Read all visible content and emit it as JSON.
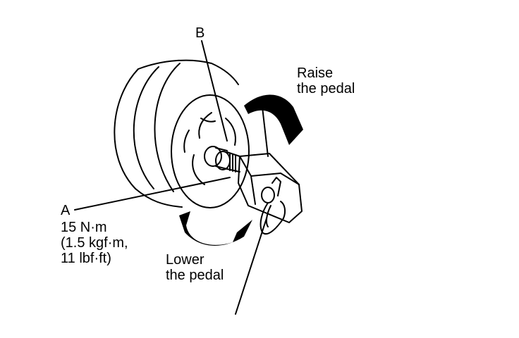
{
  "diagram": {
    "callouts": {
      "b": "B",
      "a": "A",
      "torque_lines": [
        "15 N·m",
        "(1.5 kgf·m,",
        "11 lbf·ft)"
      ]
    },
    "instructions": {
      "raise": [
        "Raise",
        "the pedal"
      ],
      "lower": [
        "Lower",
        "the pedal"
      ]
    }
  }
}
